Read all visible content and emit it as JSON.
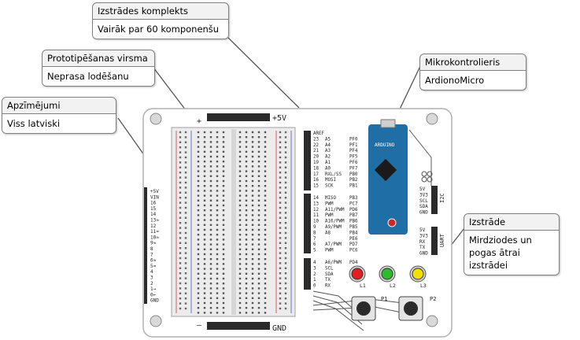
{
  "callouts": {
    "kit": {
      "title": "Izstrādes komplekts",
      "text": "Vairāk par 60 komponenšu"
    },
    "breadboard": {
      "title": "Prototipēšanas virsma",
      "text": "Neprasa lodēšanu"
    },
    "labels": {
      "title": "Apzīmējumi",
      "text": "Viss latviski"
    },
    "mcu": {
      "title": "Mikrokontrolieris",
      "text": "ArdionoMicro"
    },
    "dev": {
      "title": "Izstrāde",
      "text": "Mirdziodes un pogas ātrai izstrādei"
    }
  },
  "board": {
    "plus5v": "+5V",
    "gnd": "GND",
    "plus_sign": "+",
    "minus_sign": "—",
    "left_pins": [
      "+5V",
      "VIN",
      "16",
      "15",
      "14",
      "13≈",
      "12",
      "11≈",
      "10≈",
      "9≈",
      "8",
      "7",
      "6≈",
      "5≈",
      "4",
      "3",
      "2",
      "1→",
      "0←",
      "GND"
    ],
    "mid_left_top": [
      "AREF",
      "23",
      "22",
      "21",
      "20",
      "19",
      "18",
      "17",
      "16",
      "15"
    ],
    "mid_mid_top": [
      "",
      "A5",
      "A4",
      "A3",
      "A2",
      "A1",
      "A0",
      "RXL/SS",
      "MOSI",
      "SCK"
    ],
    "mid_right_top": [
      "",
      "PF0",
      "PF1",
      "PF4",
      "PF5",
      "PF6",
      "PF7",
      "PB0",
      "PB2",
      "PB1"
    ],
    "mid_left_mid": [
      "14",
      "13",
      "12",
      "11",
      "10",
      "9",
      "8",
      "7",
      "6",
      "5"
    ],
    "mid_mid_mid": [
      "MISO",
      "PWM",
      "A11/PWM",
      "PWM",
      "A10/PWM",
      "A9/PWM",
      "A8",
      "",
      "A7/PWM",
      "PWM"
    ],
    "mid_right_mid": [
      "PB3",
      "PC7",
      "PD6",
      "PB7",
      "PB6",
      "PB5",
      "PB4",
      "PE6",
      "PD7",
      "PC6"
    ],
    "mid_left_bot": [
      "4",
      "3",
      "2",
      "1",
      "0"
    ],
    "mid_mid_bot": [
      "A6/PWM",
      "SCL",
      "SDA",
      "TX",
      "RX"
    ],
    "mid_right_bot": [
      "PD4",
      "",
      "",
      "",
      ""
    ],
    "i2c_pins": [
      "5V",
      "3V3",
      "SCL",
      "SDA",
      "GND"
    ],
    "i2c_label": "I2C",
    "uart_pins": [
      "5V",
      "3V3",
      "RX",
      "TX",
      "GND"
    ],
    "uart_label": "UART",
    "leds": [
      {
        "label": "L1",
        "color": "#e02020"
      },
      {
        "label": "L2",
        "color": "#2bbd2b"
      },
      {
        "label": "L3",
        "color": "#f2e000"
      }
    ],
    "buttons": [
      {
        "label": "P1"
      },
      {
        "label": "P2"
      }
    ],
    "arduino_text": "ARDUINO",
    "arduino_color": "#1f6ea6"
  }
}
